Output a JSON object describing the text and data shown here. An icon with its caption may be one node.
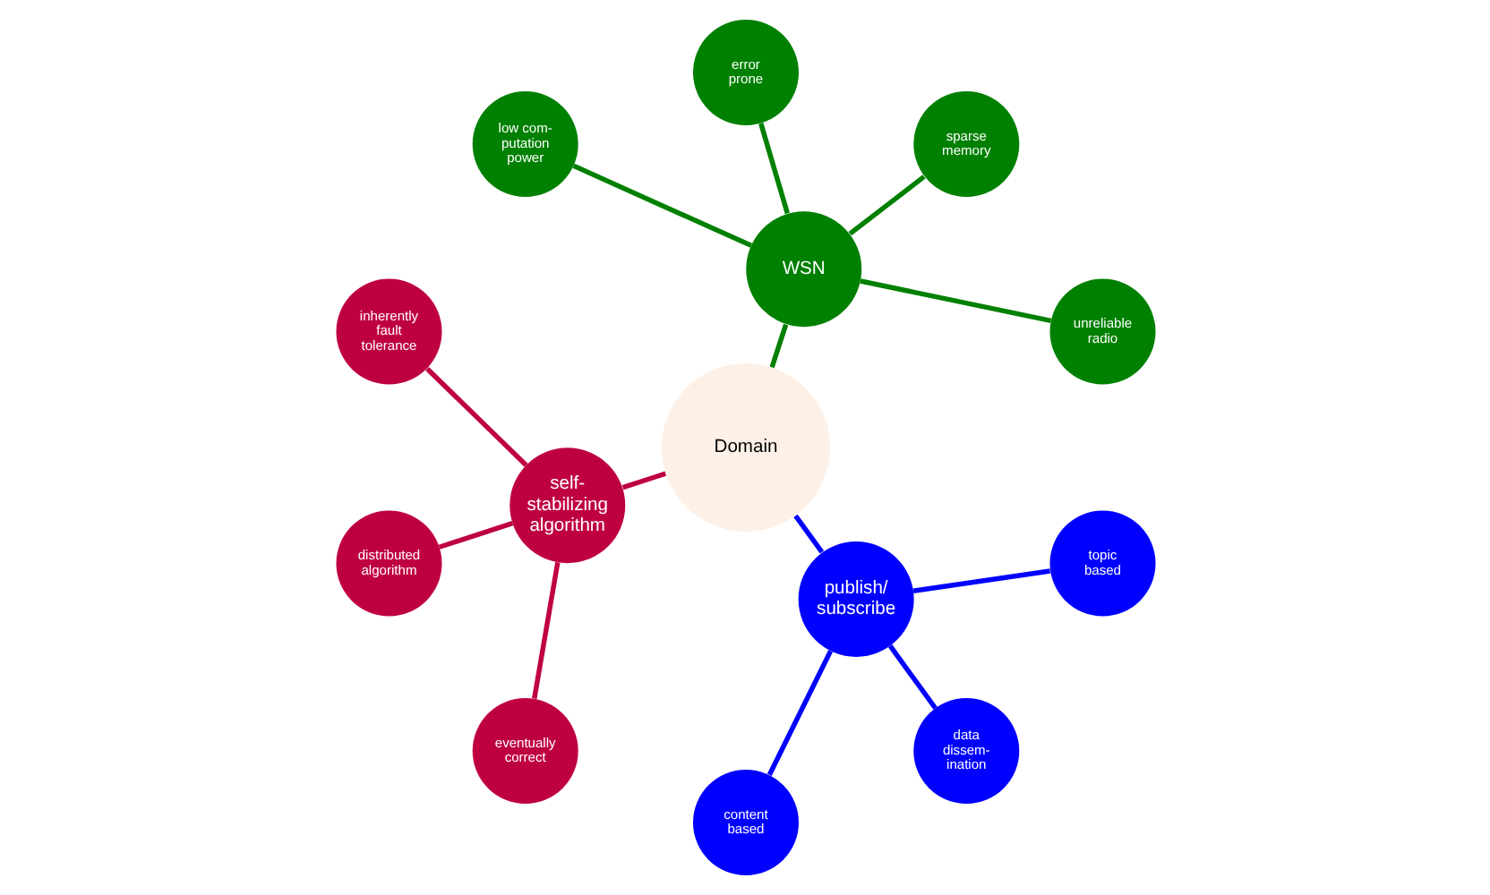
{
  "diagram": {
    "nodes": [
      {
        "text": [
          "Domain"
        ]
      },
      {
        "text": [
          "WSN"
        ]
      },
      {
        "text": [
          "unreliable radio"
        ]
      },
      {
        "text": [
          "sparse memory"
        ]
      },
      {
        "text": [
          "error prone"
        ]
      },
      {
        "text": [
          "low com- putation power"
        ]
      },
      {
        "text": [
          "self- stabilizing algorithm"
        ]
      },
      {
        "text": [
          "inherently fault tolerance"
        ]
      },
      {
        "text": [
          "distributed algorithm"
        ]
      },
      {
        "text": [
          "eventually correct"
        ]
      },
      {
        "text": [
          "publish/ subscribe"
        ]
      },
      {
        "text": [
          "content based"
        ]
      },
      {
        "text": [
          "data dissem- ination"
        ]
      },
      {
        "text": [
          "topic based"
        ]
      }
    ],
    "edges": [
      {
        "from": 0,
        "to": 1,
        "arrow": "none",
        "color": "#008000"
      },
      {
        "from": 1,
        "to": 2,
        "arrow": "none",
        "color": "#008000"
      },
      {
        "from": 1,
        "to": 3,
        "arrow": "none",
        "color": "#008000"
      },
      {
        "from": 1,
        "to": 4,
        "arrow": "none",
        "color": "#008000"
      },
      {
        "from": 1,
        "to": 5,
        "arrow": "none",
        "color": "#008000"
      },
      {
        "from": 0,
        "to": 6,
        "arrow": "none",
        "color": "#bf0040"
      },
      {
        "from": 6,
        "to": 7,
        "arrow": "none",
        "color": "#bf0040"
      },
      {
        "from": 6,
        "to": 8,
        "arrow": "none",
        "color": "#bf0040"
      },
      {
        "from": 6,
        "to": 9,
        "arrow": "none",
        "color": "#bf0040"
      },
      {
        "from": 0,
        "to": 10,
        "arrow": "none",
        "color": "#0000ff"
      },
      {
        "from": 10,
        "to": 11,
        "arrow": "none",
        "color": "#0000ff"
      },
      {
        "from": 10,
        "to": 12,
        "arrow": "none",
        "color": "#0000ff"
      },
      {
        "from": 10,
        "to": 13,
        "arrow": "none",
        "color": "#0000ff"
      }
    ]
  }
}
